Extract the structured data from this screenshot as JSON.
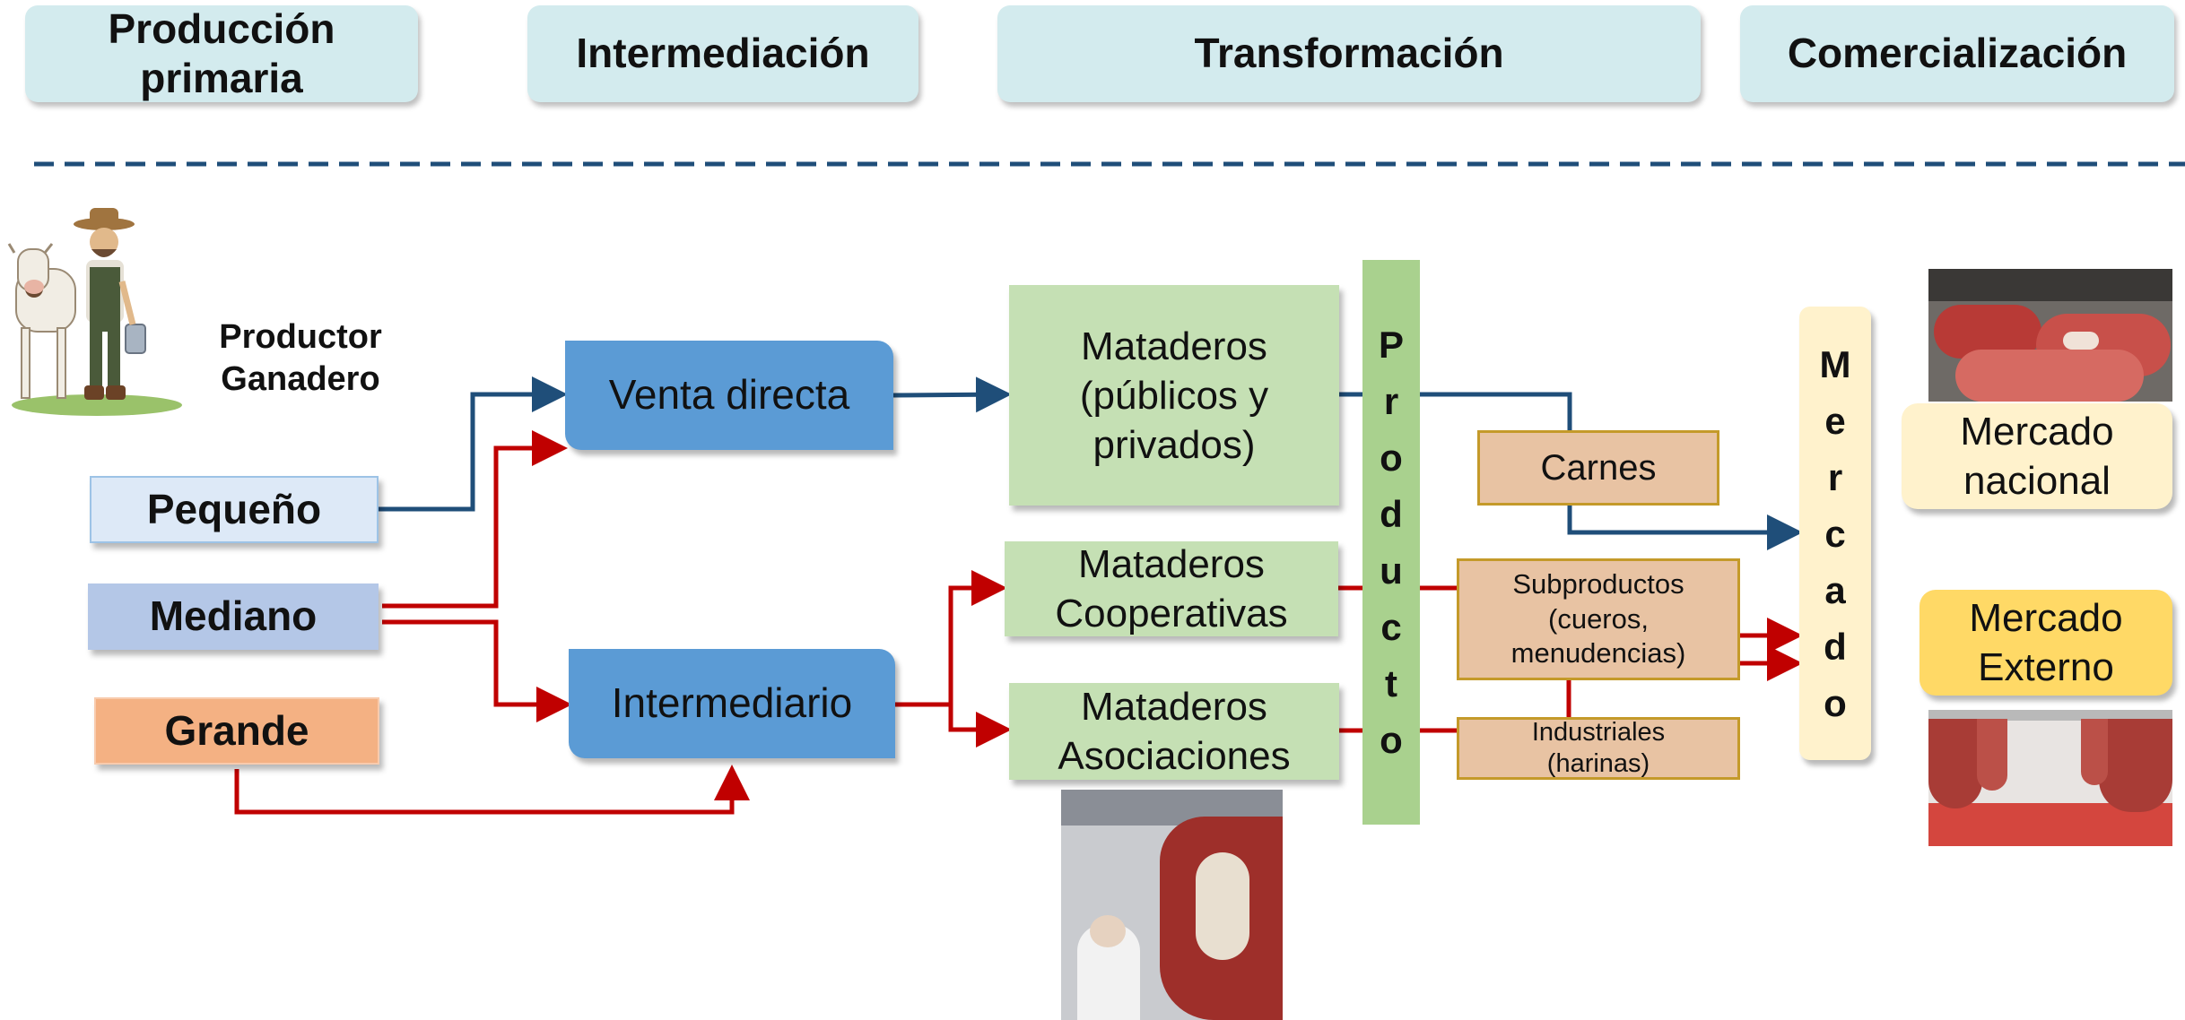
{
  "header": {
    "stages": [
      "Producción\nprimaria",
      "Intermediación",
      "Transformación",
      "Comercialización"
    ]
  },
  "producer": {
    "label": "Productor\nGanadero"
  },
  "sizes": {
    "small": "Pequeño",
    "medium": "Mediano",
    "large": "Grande"
  },
  "channels": {
    "direct": "Venta directa",
    "intermediary": "Intermediario"
  },
  "slaughterhouses": {
    "public_private": "Mataderos\n(públicos y\nprivados)",
    "cooperatives": "Mataderos\nCooperativas",
    "associations": "Mataderos\nAsociaciones"
  },
  "product_letters": [
    "P",
    "r",
    "o",
    "d",
    "u",
    "c",
    "t",
    "o"
  ],
  "products": {
    "meats": "Carnes",
    "byproducts": "Subproductos\n(cueros,\nmenudencias)",
    "industrial": "Industriales\n(harinas)"
  },
  "market_letters": [
    "M",
    "e",
    "r",
    "c",
    "a",
    "d",
    "o"
  ],
  "markets": {
    "national": "Mercado\nnacional",
    "external": "Mercado\nExterno"
  },
  "colors": {
    "stage_header": "#d3ebee",
    "blue_arrow": "#1f4e79",
    "red_arrow": "#c00000",
    "small": "#dde9f7",
    "medium": "#b4c7e7",
    "large": "#f4b183",
    "channel": "#5b9bd5",
    "slaughter": "#c5e0b4",
    "product_bar": "#a9d18e",
    "product_box": "#e8c3a3",
    "market_bar": "#fff2cc",
    "national": "#fff2cc",
    "external": "#ffd966"
  }
}
